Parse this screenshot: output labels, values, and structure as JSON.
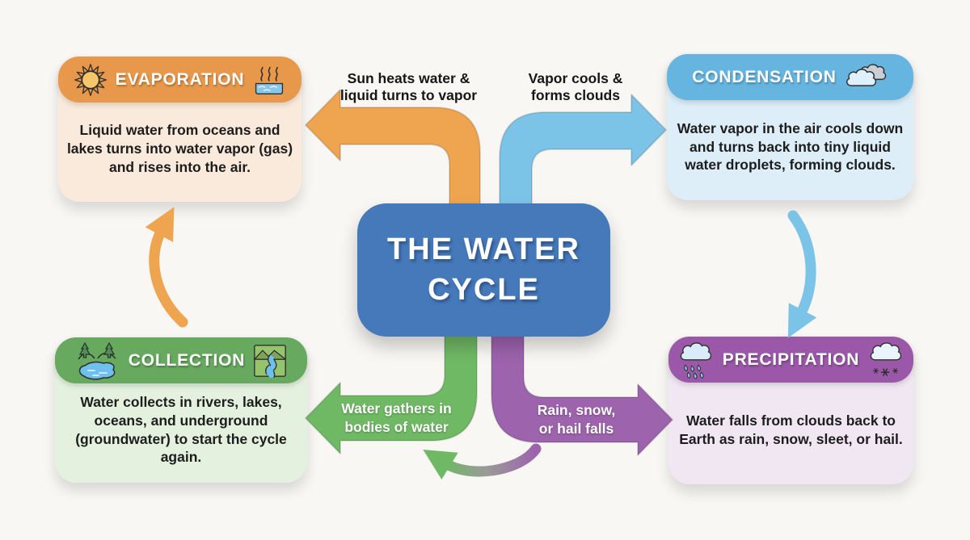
{
  "canvas": {
    "bg": "#F8F7F4"
  },
  "center": {
    "title": "THE WATER\nCYCLE",
    "color": "#4579BA"
  },
  "boxes": {
    "evaporation": {
      "label": "EVAPORATION",
      "body": "Liquid water from oceans and lakes turns into water vapor (gas) and rises into the air.",
      "header_color": "#E8984B",
      "body_color": "#FAEADB"
    },
    "condensation": {
      "label": "CONDENSATION",
      "body": "Water vapor in the air cools down and turns back into tiny liquid water droplets, forming clouds.",
      "header_color": "#66B5E0",
      "body_color": "#DDEEF8"
    },
    "collection": {
      "label": "COLLECTION",
      "body": "Water collects in rivers, lakes, oceans, and underground (groundwater) to start the cycle again.",
      "header_color": "#67A95F",
      "body_color": "#E4F1DF"
    },
    "precipitation": {
      "label": "PRECIPITATION",
      "body": "Water falls from clouds back to Earth as rain, snow, sleet, or hail.",
      "header_color": "#9B58A9",
      "body_color": "#F0E7F3"
    }
  },
  "arrows": {
    "evaporation": {
      "label": "Sun heats water &\nliquid turns to vapor",
      "color": "#EFA44F"
    },
    "condensation": {
      "label": "Vapor cools &\nforms clouds",
      "color": "#7CC3E8"
    },
    "collection": {
      "label": "Water gathers in\nbodies of water",
      "color": "#6FB964"
    },
    "precipitation": {
      "label": "Rain, snow,\nor hail falls",
      "color": "#9D63AD"
    }
  }
}
